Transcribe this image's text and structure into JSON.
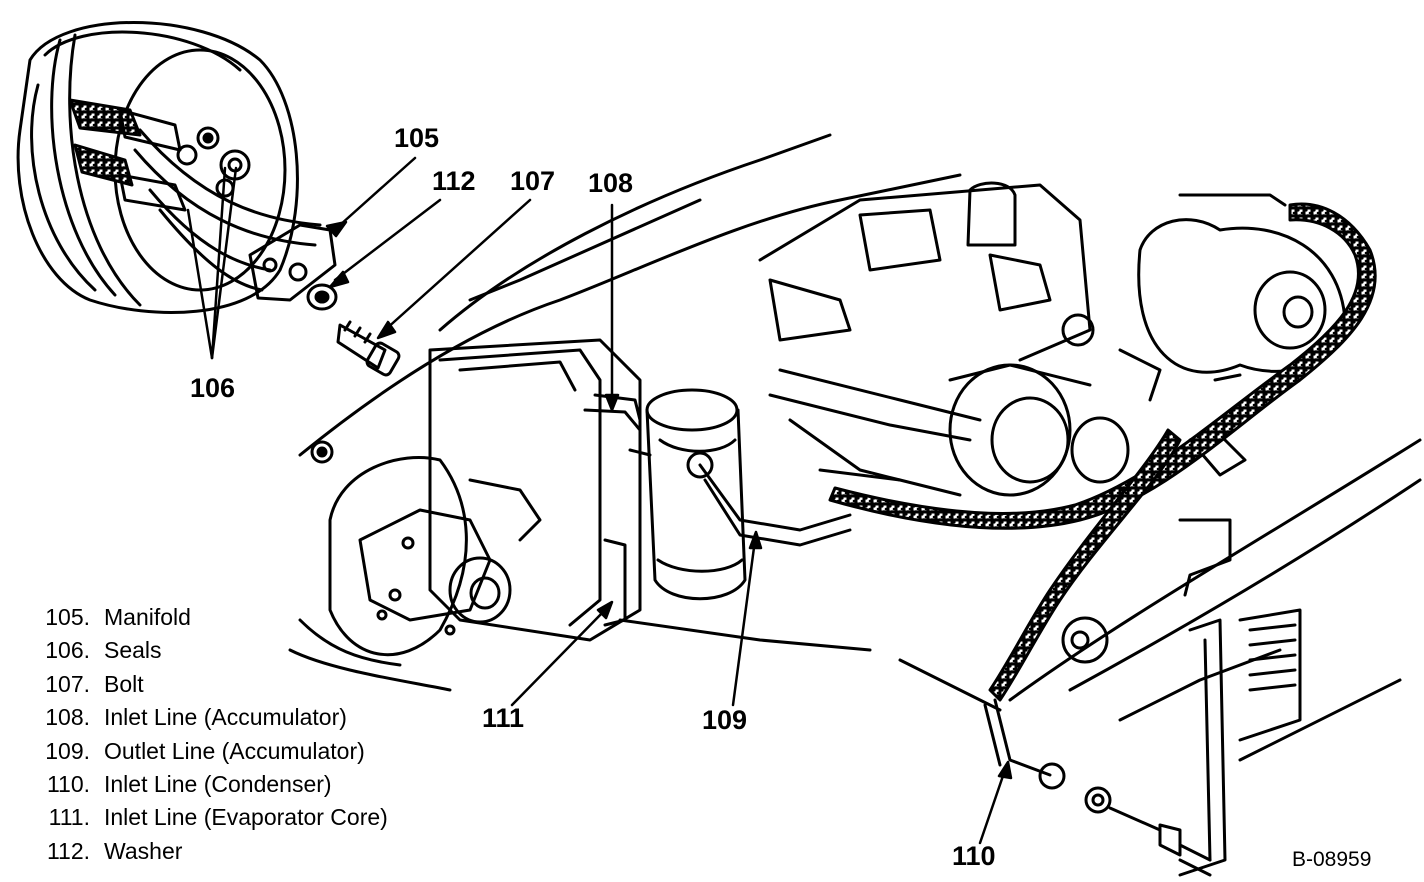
{
  "callouts": {
    "c105": "105",
    "c106": "106",
    "c107": "107",
    "c108": "108",
    "c109": "109",
    "c110": "110",
    "c111": "111",
    "c112": "112"
  },
  "legend": [
    {
      "num": "105.",
      "text": "Manifold"
    },
    {
      "num": "106.",
      "text": "Seals"
    },
    {
      "num": "107.",
      "text": "Bolt"
    },
    {
      "num": "108.",
      "text": "Inlet Line (Accumulator)"
    },
    {
      "num": "109.",
      "text": "Outlet Line (Accumulator)"
    },
    {
      "num": "110.",
      "text": "Inlet Line (Condenser)"
    },
    {
      "num": "111.",
      "text": "Inlet Line (Evaporator Core)"
    },
    {
      "num": "112.",
      "text": "Washer"
    }
  ],
  "figure_id": "B-08959"
}
